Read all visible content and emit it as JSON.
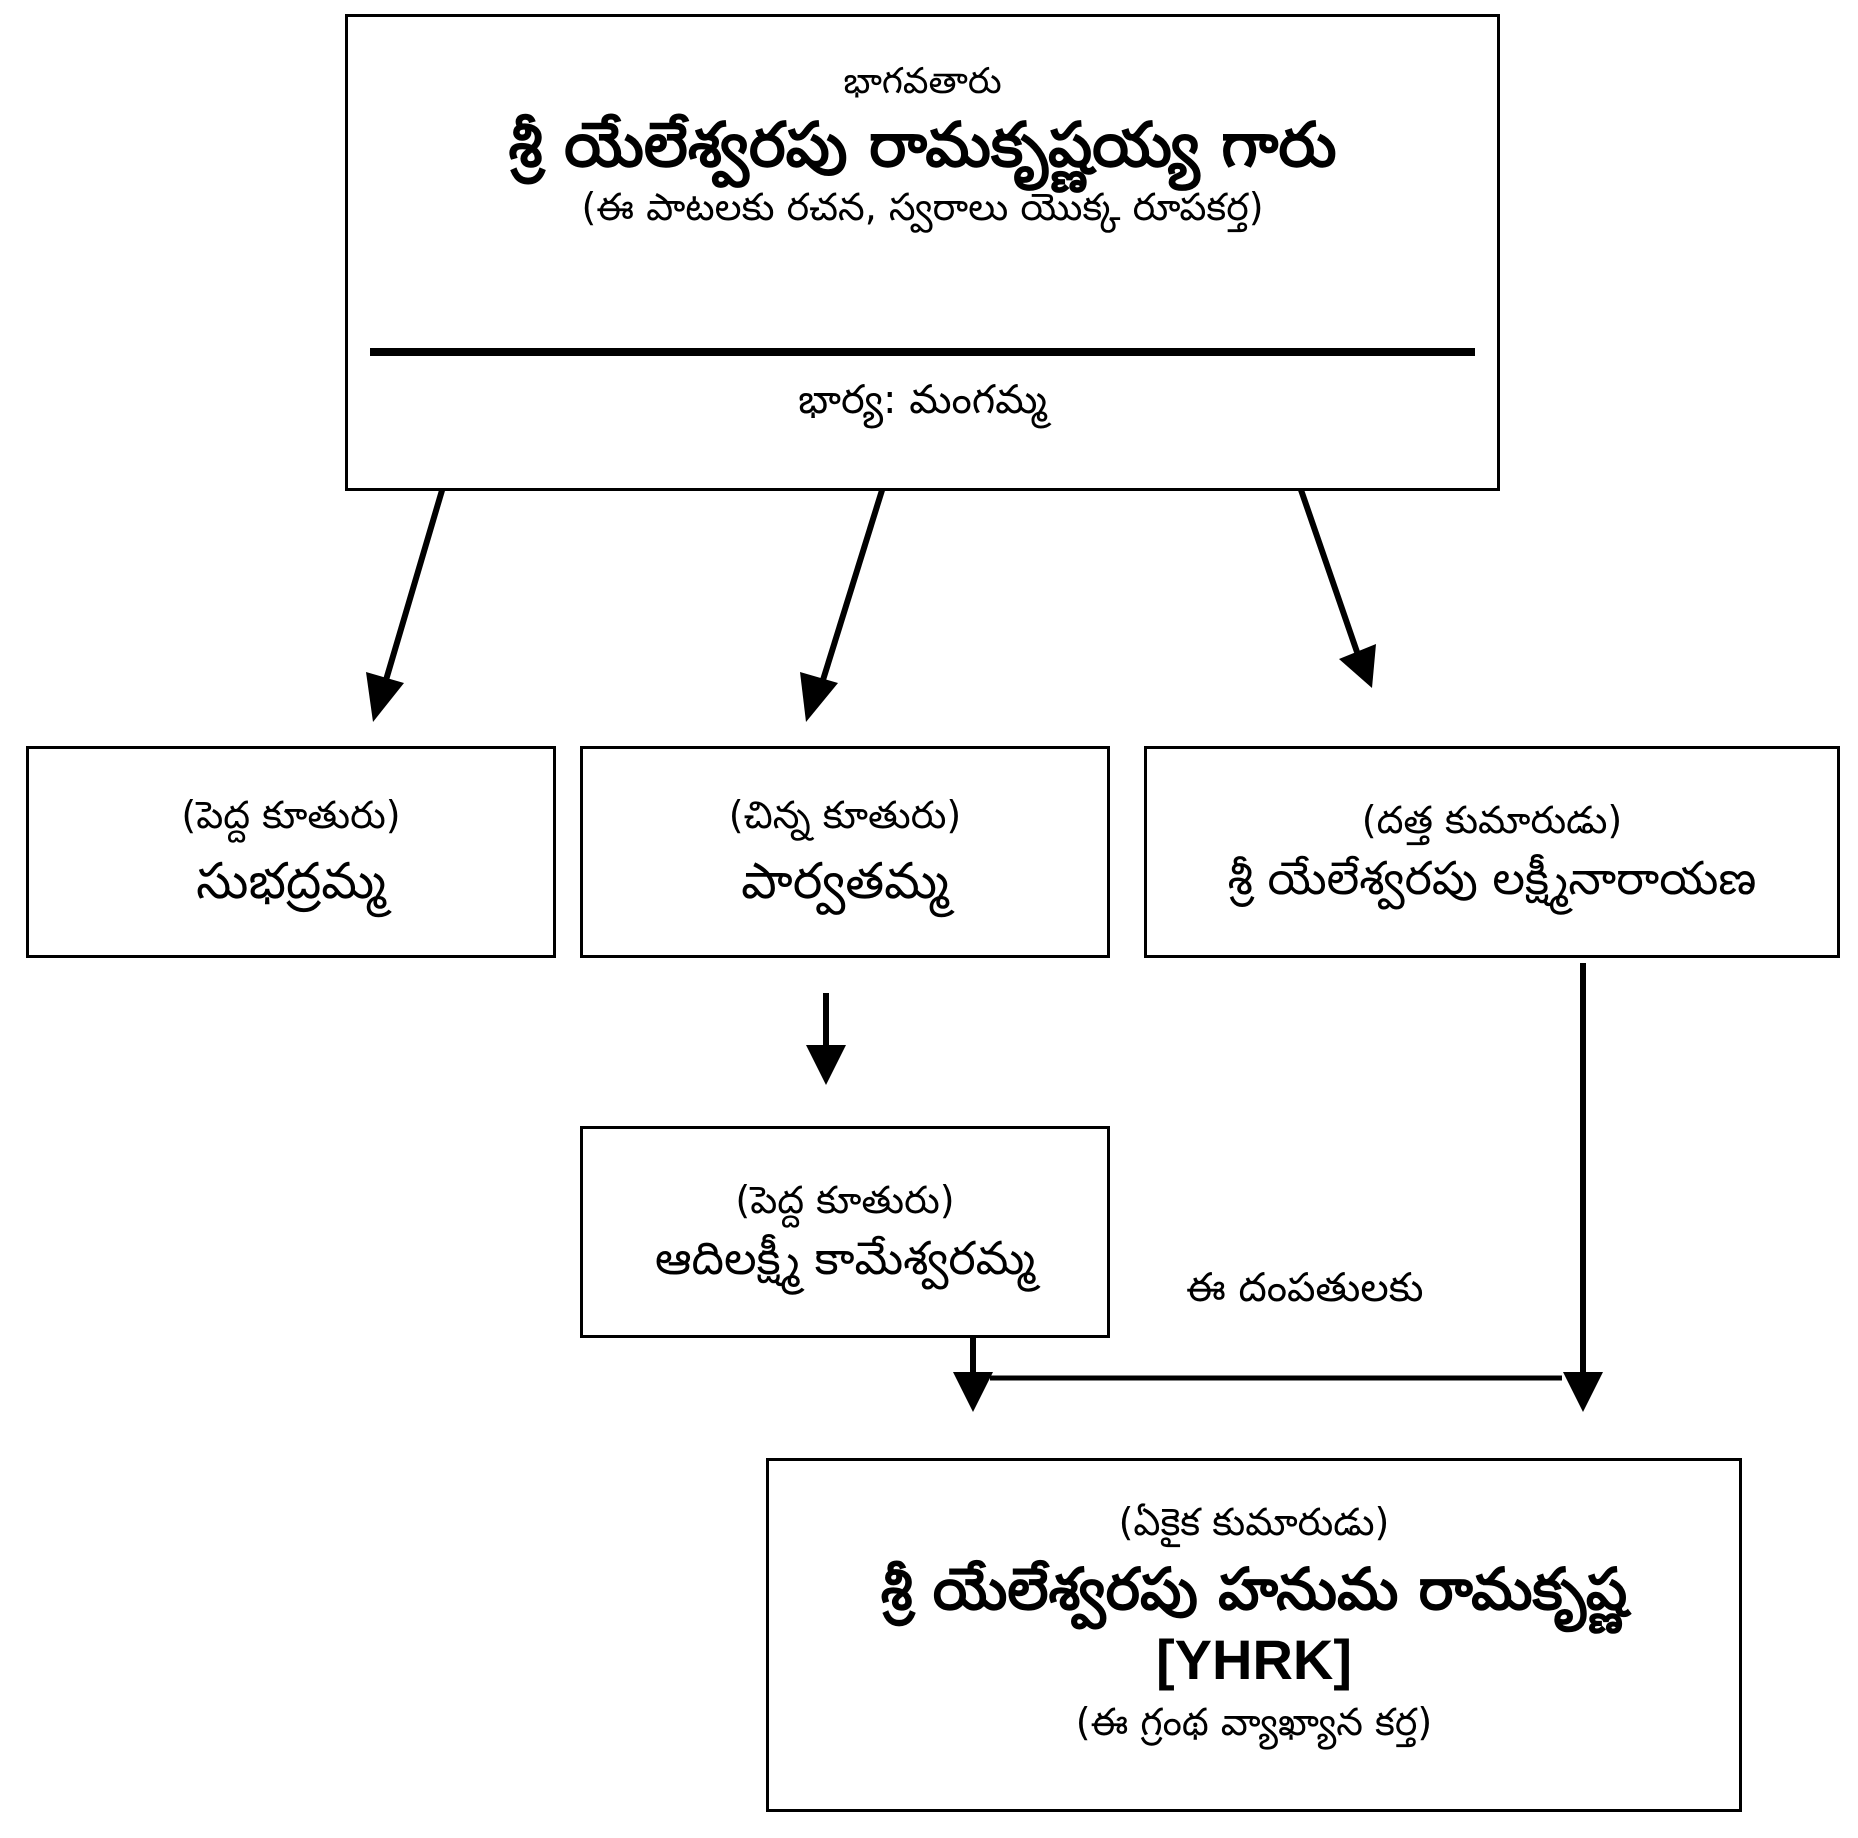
{
  "diagram": {
    "type": "family-tree",
    "root": {
      "role": "భాగవతారు",
      "name": "శ్రీ యేలేశ్వరపు రామకృష్ణయ్య గారు",
      "description": "(ఈ పాటలకు రచన, స్వరాలు యొక్క రూపకర్త)",
      "spouse": "భార్య:  మంగమ్మ"
    },
    "children": [
      {
        "role": "(పెద్ద కూతురు)",
        "name": "సుభద్రమ్మ"
      },
      {
        "role": "(చిన్న కూతురు)",
        "name": "పార్వతమ్మ"
      },
      {
        "role": "(దత్త కుమారుడు)",
        "name": "శ్రీ యేలేశ్వరపు లక్ష్మీనారాయణ"
      }
    ],
    "grandchild": {
      "role": "(పెద్ద కూతురు)",
      "name": "ఆదిలక్ష్మీ కామేశ్వరమ్మ"
    },
    "couple_label": "ఈ దంపతులకు",
    "descendant": {
      "role": "(ఏకైక కుమారుడు)",
      "name": "శ్రీ యేలేశ్వరపు హనుమ రామకృష్ణ",
      "code": "[YHRK]",
      "description": "(ఈ గ్రంథ వ్యాఖ్యాన కర్త)"
    },
    "colors": {
      "line": "#000000",
      "background": "#ffffff",
      "text": "#000000"
    }
  }
}
